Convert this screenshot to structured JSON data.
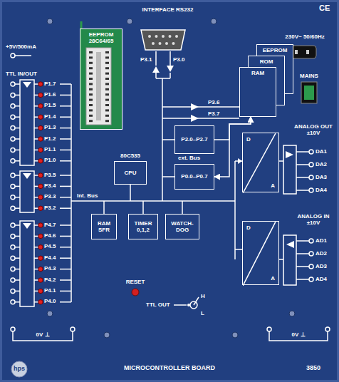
{
  "diagram": {
    "title": "MICROCONTROLLER BOARD",
    "nodes": [
      {
        "text": [
          "EEPROM 28C64/65"
        ]
      },
      {
        "text": [
          "INTERFACE RS232"
        ]
      },
      {
        "text": [
          "EEPROM"
        ]
      },
      {
        "text": [
          "ROM"
        ]
      },
      {
        "text": [
          "RAM"
        ]
      },
      {
        "text": [
          "P2.0–P2.7"
        ]
      },
      {
        "text": [
          "P0.0–P0.7"
        ]
      },
      {
        "text": [
          "80C535",
          "CPU"
        ]
      },
      {
        "text": [
          "D",
          "A"
        ]
      },
      {
        "text": [
          "D",
          "A"
        ]
      },
      {
        "text": [
          "RAM SFR"
        ]
      },
      {
        "text": [
          "TIMER 0,1,2"
        ]
      },
      {
        "text": [
          "WATCH- DOG"
        ]
      }
    ],
    "edges": [
      {
        "from": 5,
        "to": 4,
        "arrow": "to"
      },
      {
        "from": 6,
        "to": 4,
        "arrow": "both"
      }
    ],
    "labels": [
      "CE",
      "230V~ 50/60Hz",
      "MAINS",
      "+5V/500mA",
      "TTL IN/OUT",
      "P1.7",
      "P1.6",
      "P1.5",
      "P1.4",
      "P1.3",
      "P1.2",
      "P1.1",
      "P1.0",
      "P3.5",
      "P3.4",
      "P3.3",
      "P3.2",
      "P4.7",
      "P4.6",
      "P4.5",
      "P4.4",
      "P4.3",
      "P4.2",
      "P4.1",
      "P4.0",
      "P3.1",
      "P3.0",
      "P3.6",
      "P3.7",
      "ext. Bus",
      "Int. Bus",
      "ANALOG OUT ±10V",
      "DA1",
      "DA2",
      "DA3",
      "DA4",
      "ANALOG IN ±10V",
      "AD1",
      "AD2",
      "AD3",
      "AD4",
      "RESET",
      "TTL OUT",
      "H",
      "L",
      "0V ⊥",
      "0V ⊥",
      "3850",
      "hps"
    ]
  }
}
